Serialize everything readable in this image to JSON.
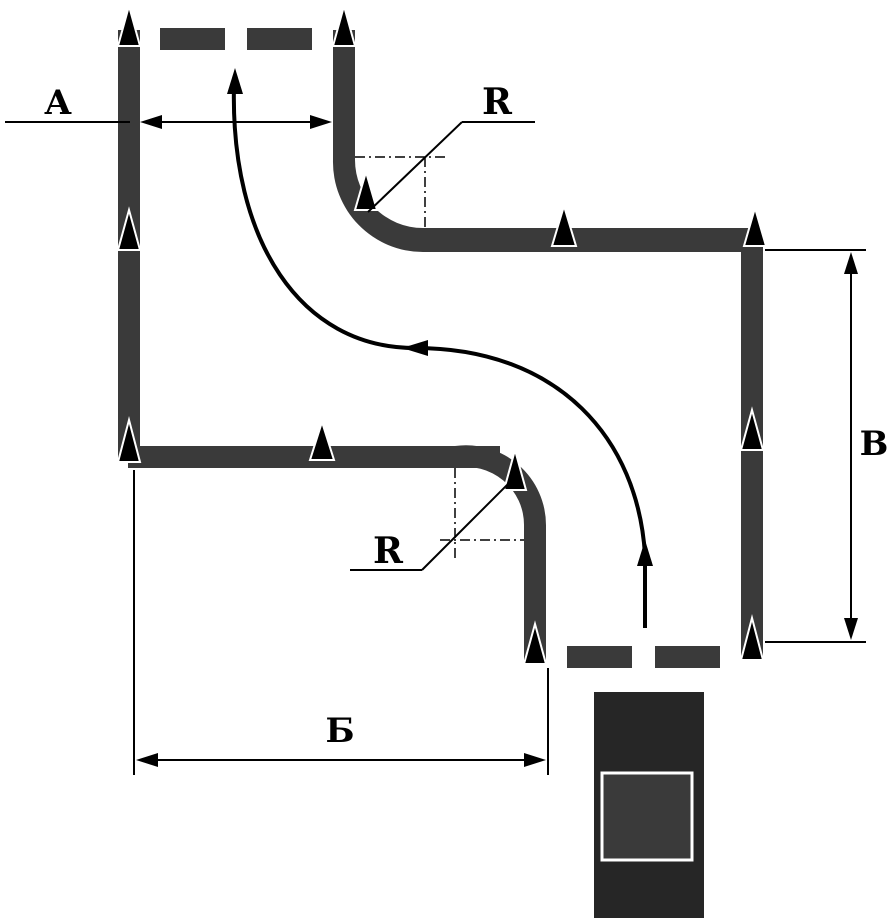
{
  "labels": {
    "a": "A",
    "b": "Б",
    "v": "В",
    "r_top": "R",
    "r_bottom": "R"
  },
  "colors": {
    "lane": "#3a3a3a",
    "ink": "#000000",
    "vehicle_body": "#262626",
    "vehicle_window": "#3a3a3a",
    "vehicle_frame": "#ffffff"
  },
  "icons": {
    "cone": "triangle-cone-icon",
    "arrow": "arrowhead-icon",
    "vehicle": "vehicle-top-view-icon"
  }
}
